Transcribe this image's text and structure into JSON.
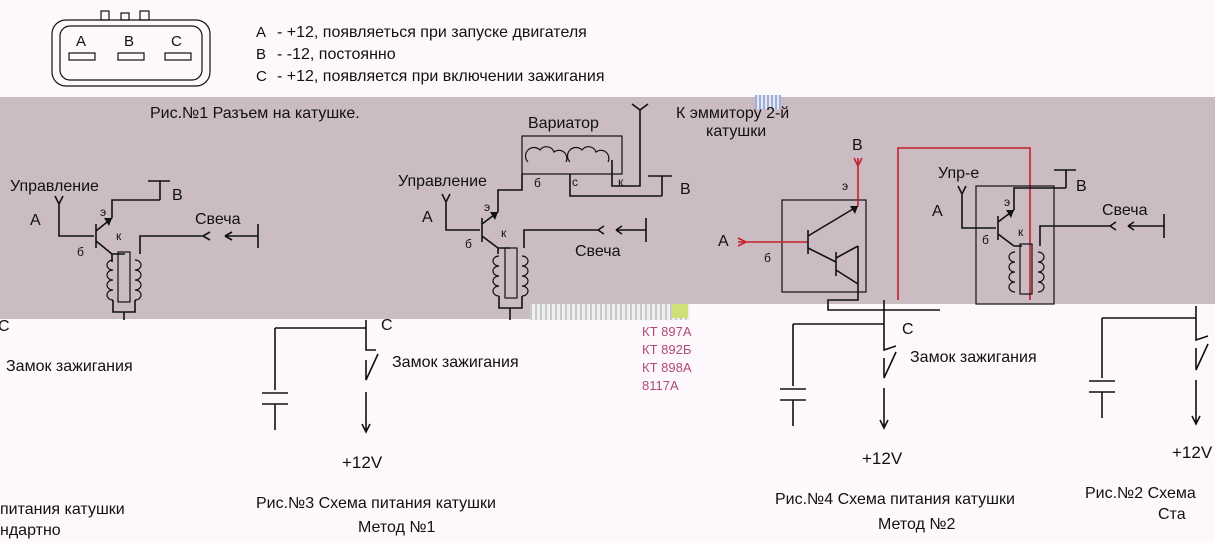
{
  "connector": {
    "pins": [
      "A",
      "B",
      "C"
    ]
  },
  "legend": [
    {
      "pin": "A",
      "text": "- +12, появляеться при запуске двигателя"
    },
    {
      "pin": "B",
      "text": "-  -12, постоянно"
    },
    {
      "pin": "C",
      "text": "- +12, появляется при включении зажигания"
    }
  ],
  "captions": {
    "fig1": "Рис.№1 Разъем на катушке.",
    "fig2_line1": "Рис.№2 Схема",
    "fig2_line2": "Ста",
    "fig3_line1": "Рис.№3 Схема питания катушки",
    "fig3_line2": "Метод №1",
    "fig4_line1": "Рис.№4 Схема питания катушки",
    "fig4_line2": "Метод №2",
    "left_line1": "питания катушки",
    "left_line2": "ндартно"
  },
  "labels": {
    "control": "Управление",
    "control_short": "Упр-е",
    "spark": "Свеча",
    "variator": "Вариатор",
    "emitter_line1": "К эммитору 2-й",
    "emitter_line2": "катушки",
    "ignition": "Замок зажигания",
    "plus12": "+12V",
    "pin_a": "A",
    "pin_b": "B",
    "pin_c": "C",
    "base": "б",
    "emitter": "э",
    "collector": "к",
    "var_b": "б",
    "var_c": "с",
    "var_k": "к"
  },
  "parts": [
    "КТ 897А",
    "КТ 892Б",
    "КТ 898А",
    "8117А"
  ],
  "colors": {
    "band": "#cbbcc4",
    "page": "#fdf8fc",
    "red_wire": "#c81e2d",
    "part_text": "#b04a74"
  }
}
